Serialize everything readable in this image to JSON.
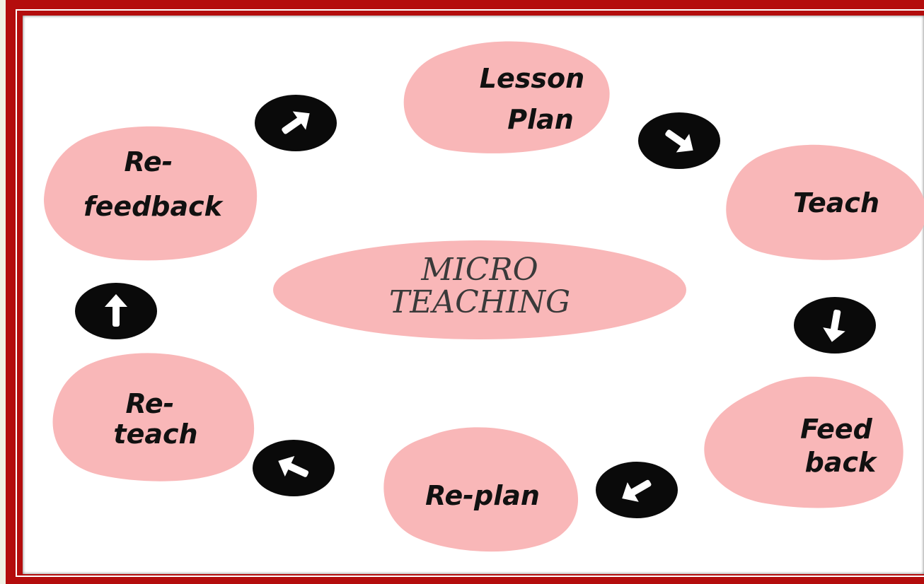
{
  "diagram": {
    "center": {
      "line1": "MICRO",
      "line2": "TEACHING"
    },
    "stages": [
      {
        "id": "lesson-plan",
        "line1": "Lesson",
        "line2": "Plan"
      },
      {
        "id": "teach",
        "line1": "Teach",
        "line2": ""
      },
      {
        "id": "feedback",
        "line1": "Feed",
        "line2": "back"
      },
      {
        "id": "re-plan",
        "line1": "Re-plan",
        "line2": ""
      },
      {
        "id": "re-teach",
        "line1": "Re-",
        "line2": "teach"
      },
      {
        "id": "re-feedback",
        "line1": "Re-",
        "line2": "feedback"
      }
    ],
    "arrows": [
      {
        "icon": "arrow-down-right-icon",
        "from": "Lesson Plan",
        "to": "Teach"
      },
      {
        "icon": "arrow-down-icon",
        "from": "Teach",
        "to": "Feed back"
      },
      {
        "icon": "arrow-down-left-icon",
        "from": "Feed back",
        "to": "Re-plan"
      },
      {
        "icon": "arrow-up-left-icon",
        "from": "Re-plan",
        "to": "Re-teach"
      },
      {
        "icon": "arrow-up-icon",
        "from": "Re-teach",
        "to": "Re-feedback"
      },
      {
        "icon": "arrow-up-right-icon",
        "from": "Re-feedback",
        "to": "Lesson Plan"
      }
    ],
    "colors": {
      "frame": "#b40d0d",
      "blob": "#f9b7b8",
      "arrow_badge": "#0a0a0a",
      "arrow": "#ffffff"
    }
  }
}
